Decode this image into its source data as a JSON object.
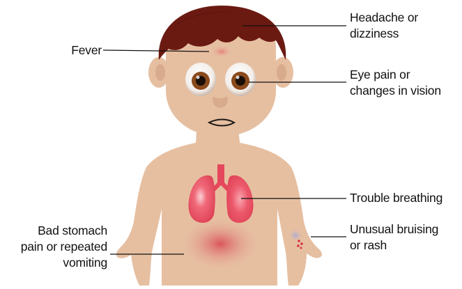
{
  "labels": {
    "headache": [
      "Headache or",
      "dizziness"
    ],
    "fever": [
      "Fever"
    ],
    "eye": [
      "Eye pain or",
      "changes in vision"
    ],
    "breathing": [
      "Trouble breathing"
    ],
    "stomach": [
      "Bad stomach",
      "pain or repeated",
      "vomiting"
    ],
    "bruising": [
      "Unusual bruising",
      "or rash"
    ]
  },
  "colors": {
    "skin": "#e6bfa1",
    "skin_shade": "#d9ab8d",
    "hair": "#6b1a12",
    "lung": "#e5485c",
    "iris": "#8a4a1c",
    "line": "#111111"
  }
}
